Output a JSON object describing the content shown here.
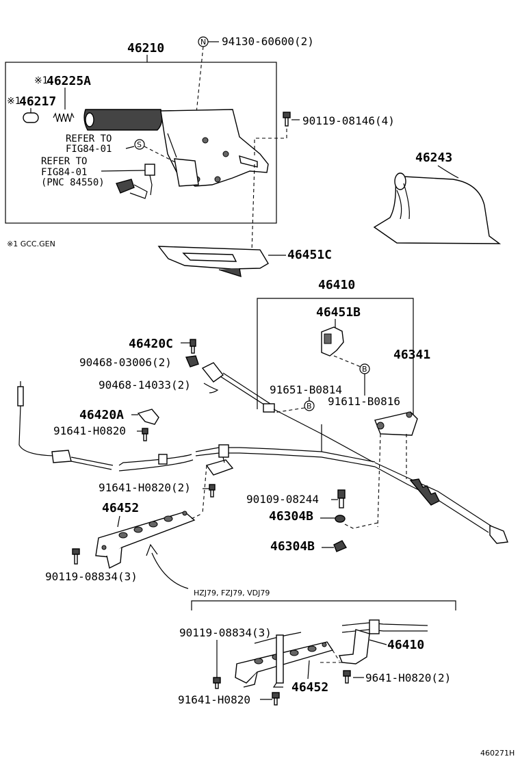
{
  "labels": {
    "p46210": "46210",
    "p94130": "94130-60600(2)",
    "p46225a_mark": "※1",
    "p46225a": "46225A",
    "p46217_mark": "※1",
    "p46217": "46217",
    "p90119_08146": "90119-08146(4)",
    "refer1_l1": "REFER TO",
    "refer1_l2": "FIG84-01",
    "refer2_l1": "REFER TO",
    "refer2_l2": "FIG84-01",
    "refer2_l3": "(PNC 84550)",
    "p46243": "46243",
    "note1": "※1 GCC.GEN",
    "p46451c": "46451C",
    "p46410_top": "46410",
    "p46451b": "46451B",
    "p46420c": "46420C",
    "p90468_03006": "90468-03006(2)",
    "p46341": "46341",
    "p90468_14033": "90468-14033(2)",
    "p91651": "91651-B0814",
    "p91611": "91611-B0816",
    "p46420a": "46420A",
    "p91641_h0820_a": "91641-H0820",
    "p91641_h0820_2": "91641-H0820(2)",
    "p90109": "90109-08244",
    "p46452_top": "46452",
    "p46304b_1": "46304B",
    "p46304b_2": "46304B",
    "p90119_08834_a": "90119-08834(3)",
    "models": "HZJ79, FZJ79, VDJ79",
    "p90119_08834_b": "90119-08834(3)",
    "p46410_bot": "46410",
    "p46452_bot": "46452",
    "p9641_h0820": "9641-H0820(2)",
    "p91641_h0820_b": "91641-H0820",
    "diagram_id": "460271H",
    "mark_n": "N",
    "mark_s": "S",
    "mark_b1": "B",
    "mark_b2": "B"
  }
}
